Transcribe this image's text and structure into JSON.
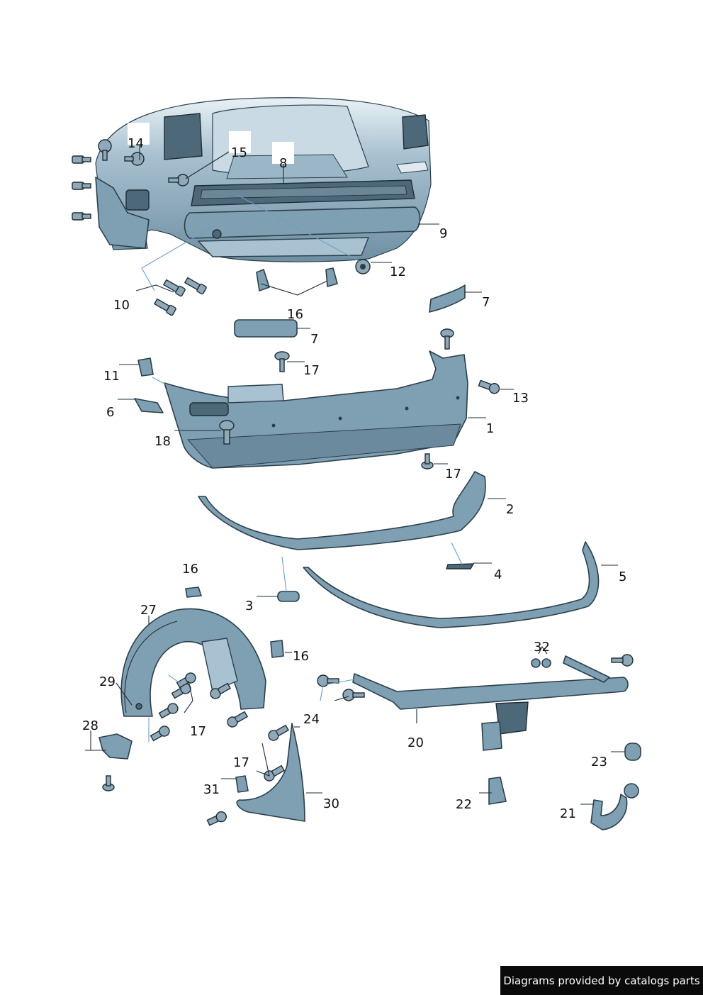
{
  "callouts": {
    "c1": "1",
    "c2": "2",
    "c3": "3",
    "c4": "4",
    "c5": "5",
    "c6": "6",
    "c7a": "7",
    "c7b": "7",
    "c8": "8",
    "c9": "9",
    "c10": "10",
    "c11": "11",
    "c12": "12",
    "c13": "13",
    "c14": "14",
    "c15": "15",
    "c16a": "16",
    "c16b": "16",
    "c16c": "16",
    "c17a": "17",
    "c17b": "17",
    "c17c": "17",
    "c17d": "17",
    "c18": "18",
    "c20": "20",
    "c21": "21",
    "c22": "22",
    "c23": "23",
    "c24": "24",
    "c27": "27",
    "c28": "28",
    "c29": "29",
    "c30": "30",
    "c31": "31",
    "c32": "32"
  },
  "footer": {
    "text": "Diagrams provided by catalogs parts"
  },
  "colors": {
    "part_fill": "#7f9fb2",
    "outline": "#2b3f4b",
    "leader_blue": "#6f9fbf",
    "footer_bg": "#0a0a0a"
  }
}
